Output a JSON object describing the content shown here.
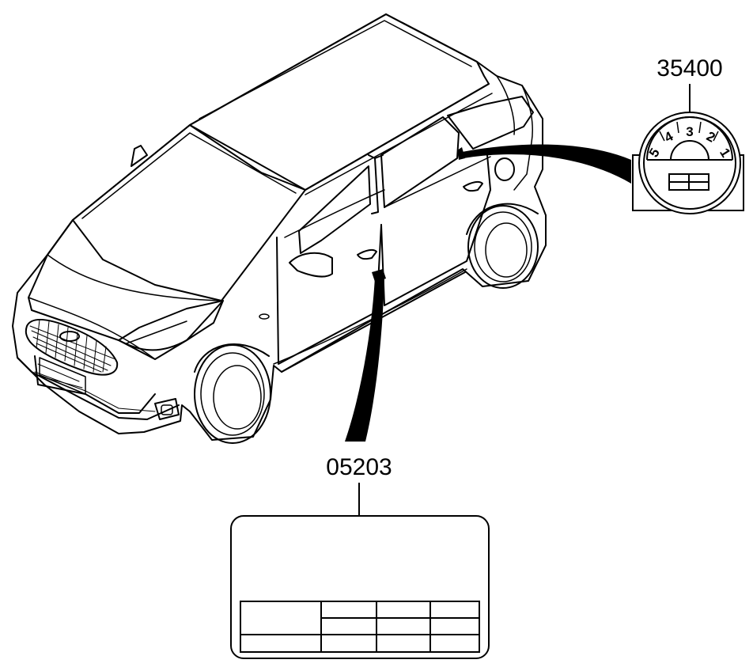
{
  "callouts": {
    "fuel_label": {
      "part_number": "35400",
      "dial_numbers": [
        "5",
        "4",
        "3",
        "2",
        "1"
      ]
    },
    "tire_label": {
      "part_number": "05203"
    }
  }
}
